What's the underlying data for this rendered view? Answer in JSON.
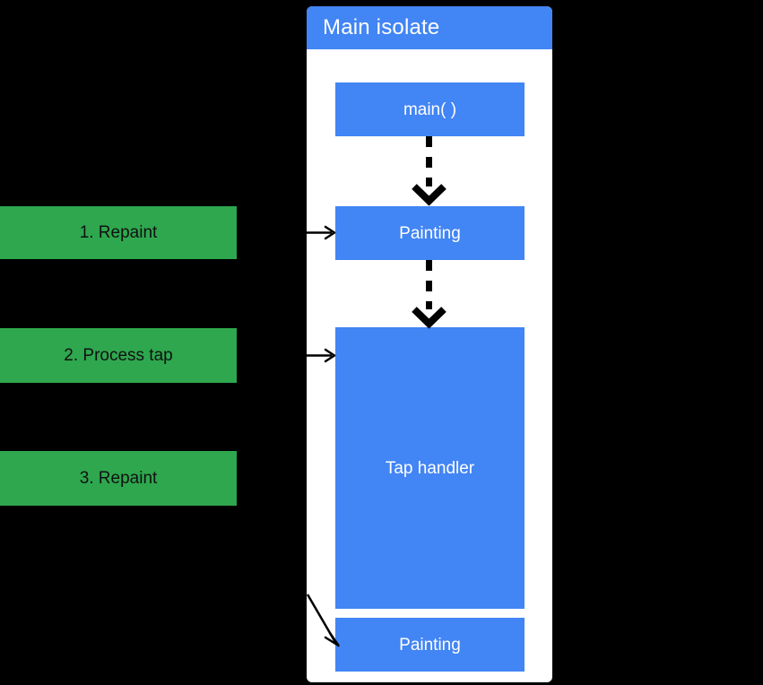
{
  "diagram": {
    "title_visible": false,
    "background_color": "#000000",
    "blue": "#4285f4",
    "green": "#2ea74e",
    "card_color": "#ffffff",
    "arrow_color": "#000000"
  },
  "isolate": {
    "header_label": "Main isolate",
    "stages": [
      {
        "id": "main",
        "label": "main( )"
      },
      {
        "id": "painting1",
        "label": "Painting"
      },
      {
        "id": "tap",
        "label": "Tap handler"
      },
      {
        "id": "painting2",
        "label": "Painting"
      }
    ]
  },
  "steps": [
    {
      "id": "step-1",
      "label": "1. Repaint"
    },
    {
      "id": "step-2",
      "label": "2. Process tap"
    },
    {
      "id": "step-3",
      "label": "3. Repaint"
    }
  ],
  "connectors": [
    {
      "id": "main-to-painting1",
      "style": "dashed",
      "direction": "down",
      "from": "main",
      "to": "painting1"
    },
    {
      "id": "painting1-to-tap",
      "style": "dashed",
      "direction": "down",
      "from": "painting1",
      "to": "tap"
    },
    {
      "id": "step1-to-painting1",
      "style": "solid",
      "direction": "right",
      "from": "step-1",
      "to": "painting1"
    },
    {
      "id": "step2-to-tap",
      "style": "solid",
      "direction": "right",
      "from": "step-2",
      "to": "tap"
    },
    {
      "id": "step3-to-painting2",
      "style": "solid",
      "direction": "diagonal-down-right",
      "from": "step-3",
      "to": "painting2"
    }
  ]
}
